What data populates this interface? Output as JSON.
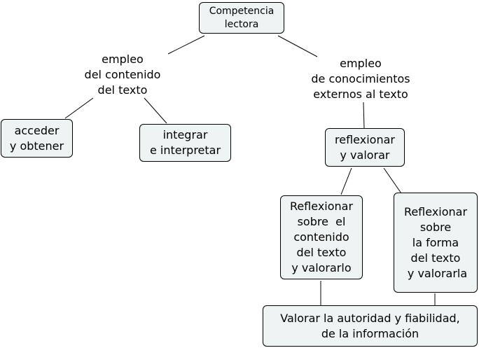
{
  "concept_map": {
    "root": {
      "lines": [
        "Competencia",
        "lectora"
      ]
    },
    "link_left": {
      "lines": [
        "empleo",
        "del contenido",
        "del texto"
      ]
    },
    "link_right": {
      "lines": [
        "empleo",
        "de conocimientos",
        "externos al texto"
      ]
    },
    "acceder": {
      "lines": [
        "acceder",
        "y obtener"
      ]
    },
    "integrar": {
      "lines": [
        "integrar",
        "e interpretar"
      ]
    },
    "reflexionar": {
      "lines": [
        "reflexionar",
        "y valorar"
      ]
    },
    "reflex_contenido": {
      "lines": [
        "Reflexionar",
        "sobre  el",
        "contenido",
        "del texto",
        "y valorarlo"
      ]
    },
    "reflex_forma": {
      "lines": [
        "Reflexionar",
        "sobre",
        "la forma",
        "del texto",
        " y valorarla"
      ]
    },
    "valorar": {
      "lines": [
        "Valorar la autoridad y fiabilidad,",
        "de la información"
      ]
    }
  },
  "colors": {
    "node_fill": "#eef3f3",
    "node_border": "#000000",
    "connector": "#000000"
  }
}
